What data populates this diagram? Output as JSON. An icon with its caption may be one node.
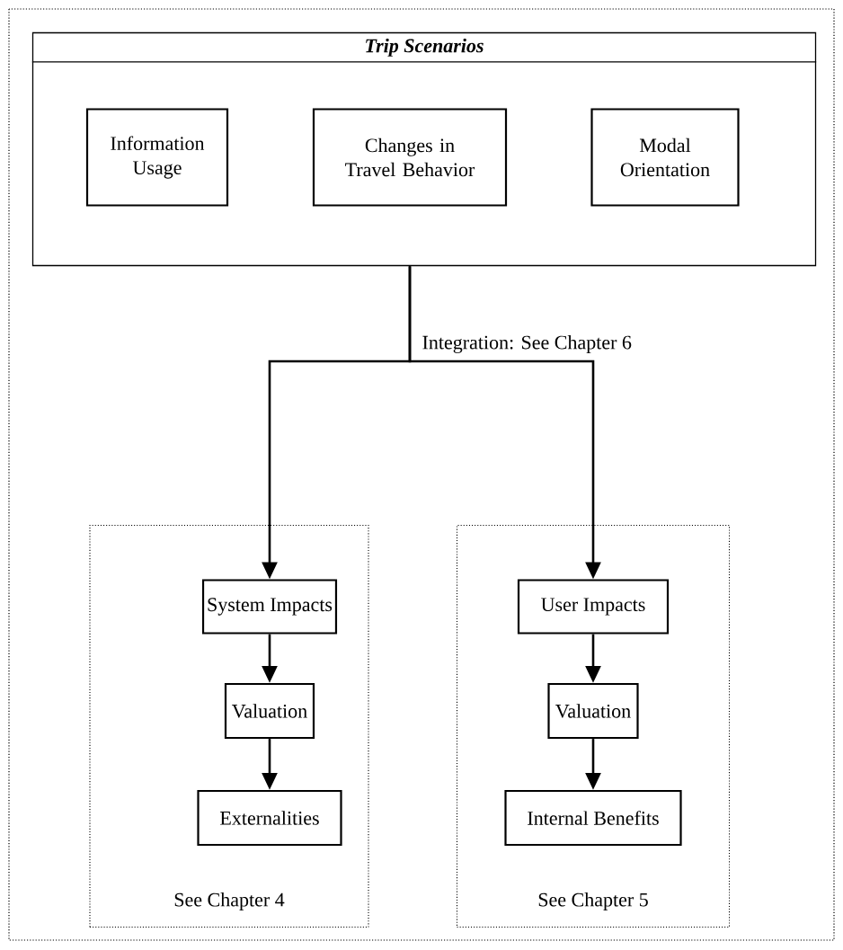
{
  "diagram": {
    "nodes": [
      {
        "text": [
          "Trip Scenarios"
        ]
      },
      {
        "text": [
          "Information Usage"
        ],
        "in": 0
      },
      {
        "text": [
          "Changes in Travel Behavior"
        ],
        "in": 0
      },
      {
        "text": [
          "Modal Orientation"
        ],
        "in": 0
      },
      {
        "text": [
          "See Chapter 4"
        ]
      },
      {
        "text": [
          "System Impacts"
        ],
        "in": 4
      },
      {
        "text": [
          "Valuation"
        ],
        "in": 4
      },
      {
        "text": [
          "Externalities"
        ],
        "in": 4
      },
      {
        "text": [
          "See Chapter 5"
        ]
      },
      {
        "text": [
          "User Impacts"
        ],
        "in": 8
      },
      {
        "text": [
          "Valuation"
        ],
        "in": 8
      },
      {
        "text": [
          "Internal Benefits"
        ],
        "in": 8
      }
    ],
    "edges": [
      {
        "from": 0,
        "to": 5,
        "arrow": "to"
      },
      {
        "from": 0,
        "to": 9,
        "arrow": "to"
      },
      {
        "from": 5,
        "to": 6,
        "arrow": "to"
      },
      {
        "from": 6,
        "to": 7,
        "arrow": "to"
      },
      {
        "from": 9,
        "to": 10,
        "arrow": "to"
      },
      {
        "from": 10,
        "to": 11,
        "arrow": "to"
      }
    ],
    "labels": [
      "Integration: See Chapter 6"
    ]
  }
}
